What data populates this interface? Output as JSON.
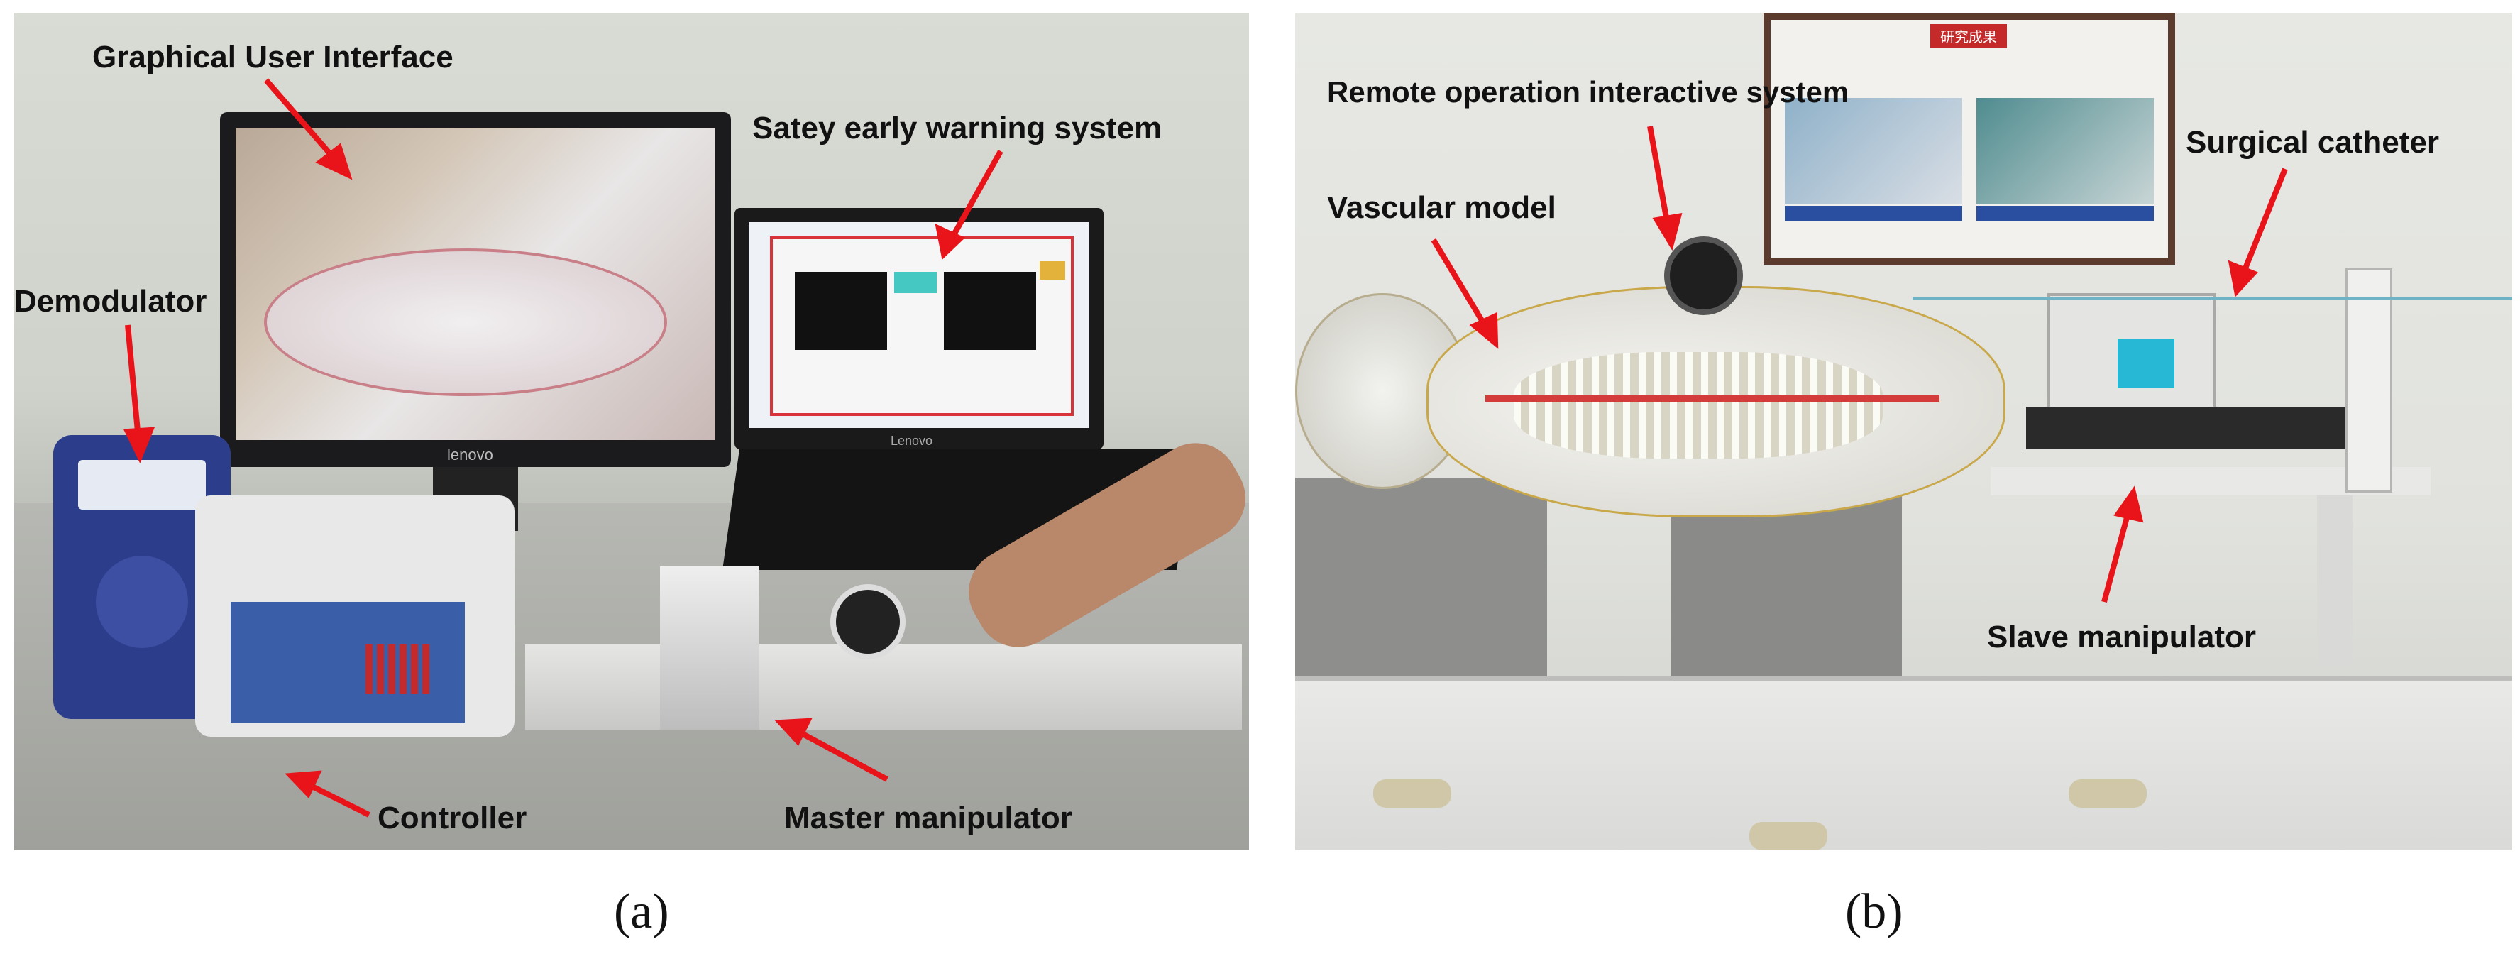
{
  "panel_a": {
    "labels": {
      "gui": "Graphical User Interface",
      "warning": "Satey early warning system",
      "demodulator": "Demodulator",
      "controller": "Controller",
      "master": "Master manipulator"
    },
    "device_text": {
      "monitor_brand": "lenovo",
      "laptop_brand": "Lenovo"
    },
    "caption": "(a)"
  },
  "panel_b": {
    "labels": {
      "remote": "Remote operation interactive system",
      "vascular": "Vascular model",
      "catheter": "Surgical catheter",
      "slave": "Slave  manipulator"
    },
    "poster_title": "研究成果",
    "caption": "(b)"
  },
  "colors": {
    "arrow": "#e8141a",
    "label": "#111111"
  }
}
